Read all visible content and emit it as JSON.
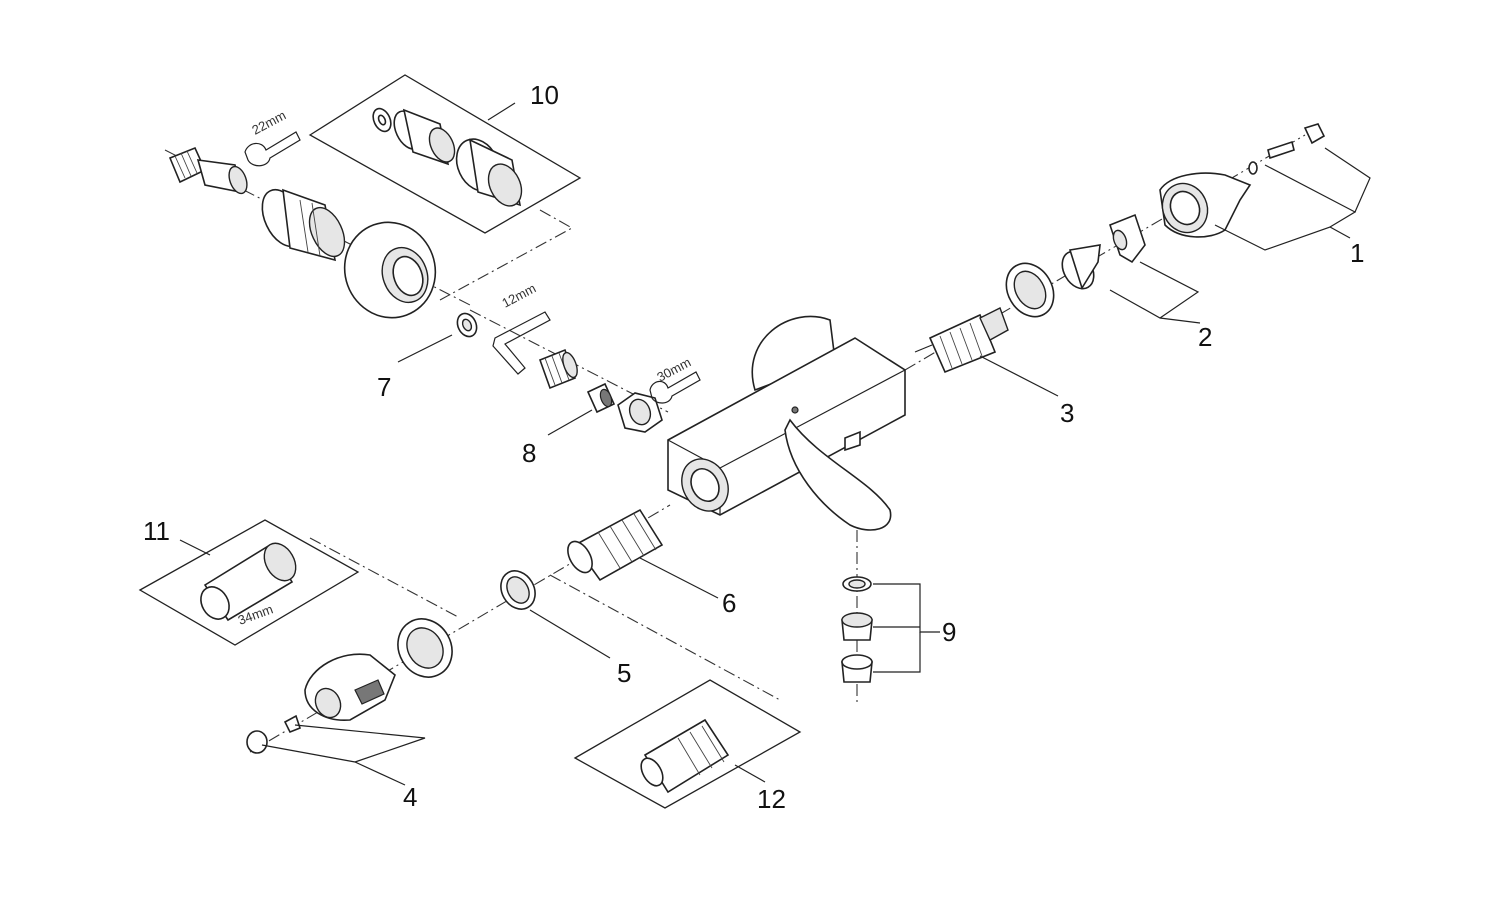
{
  "callouts": {
    "c1": "1",
    "c2": "2",
    "c3": "3",
    "c4": "4",
    "c5": "5",
    "c6": "6",
    "c7": "7",
    "c8": "8",
    "c9": "9",
    "c10": "10",
    "c11": "11",
    "c12": "12"
  },
  "dimensions": {
    "wrench_22": "22mm",
    "hex_key_12": "12mm",
    "wrench_30": "30mm",
    "cap_34": "34mm"
  }
}
